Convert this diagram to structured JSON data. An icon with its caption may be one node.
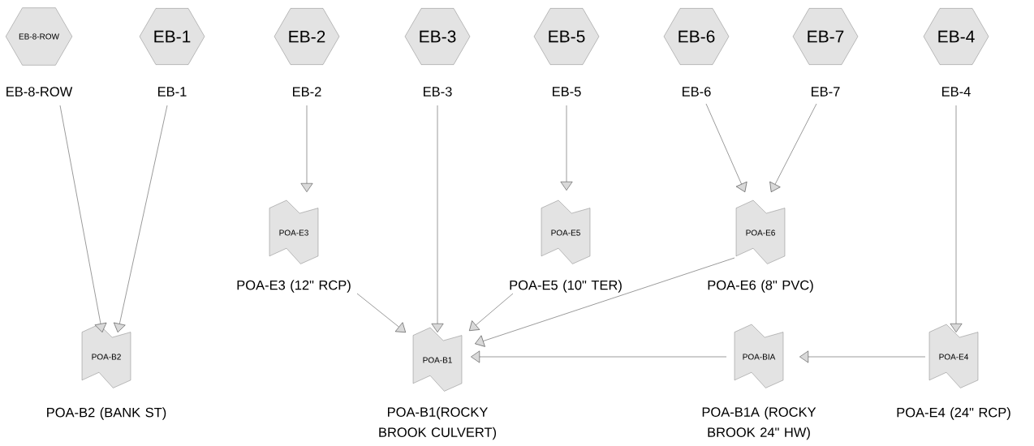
{
  "diagram": {
    "nodes": [
      {
        "text": [
          "EB-8-ROW"
        ],
        "beside": [
          "EB-8-ROW"
        ]
      },
      {
        "text": [
          "EB-1"
        ],
        "beside": [
          "EB-1"
        ]
      },
      {
        "text": [
          "EB-2"
        ],
        "beside": [
          "EB-2"
        ]
      },
      {
        "text": [
          "EB-3"
        ],
        "beside": [
          "EB-3"
        ]
      },
      {
        "text": [
          "EB-5"
        ],
        "beside": [
          "EB-5"
        ]
      },
      {
        "text": [
          "EB-6"
        ],
        "beside": [
          "EB-6"
        ]
      },
      {
        "text": [
          "EB-7"
        ],
        "beside": [
          "EB-7"
        ]
      },
      {
        "text": [
          "EB-4"
        ],
        "beside": [
          "EB-4"
        ]
      },
      {
        "text": [
          "POA-E3"
        ],
        "beside": [
          "POA-E3 (12\" RCP)"
        ]
      },
      {
        "text": [
          "POA-E5"
        ],
        "beside": [
          "POA-E5 (10\" TER)"
        ]
      },
      {
        "text": [
          "POA-E6"
        ],
        "beside": [
          "POA-E6 (8\" PVC)"
        ]
      },
      {
        "text": [
          "POA-B2"
        ],
        "beside": [
          "POA-B2 (BANK ST)"
        ]
      },
      {
        "text": [
          "POA-B1"
        ],
        "beside": [
          "POA-B1(ROCKY BROOK CULVERT)"
        ]
      },
      {
        "text": [
          "POA-BIA"
        ],
        "beside": [
          "POA-B1A (ROCKY BROOK 24\" HW)"
        ]
      },
      {
        "text": [
          "POA-E4"
        ],
        "beside": [
          "POA-E4 (24\" RCP)"
        ]
      }
    ],
    "edges": [
      {
        "from": 0,
        "to": 11,
        "arrow": "to"
      },
      {
        "from": 1,
        "to": 11,
        "arrow": "to"
      },
      {
        "from": 2,
        "to": 8,
        "arrow": "to"
      },
      {
        "from": 3,
        "to": 12,
        "arrow": "to"
      },
      {
        "from": 4,
        "to": 9,
        "arrow": "to"
      },
      {
        "from": 5,
        "to": 10,
        "arrow": "to"
      },
      {
        "from": 6,
        "to": 10,
        "arrow": "to"
      },
      {
        "from": 7,
        "to": 14,
        "arrow": "to"
      },
      {
        "from": 8,
        "to": 12,
        "arrow": "to"
      },
      {
        "from": 9,
        "to": 12,
        "arrow": "to"
      },
      {
        "from": 10,
        "to": 12,
        "arrow": "to"
      },
      {
        "from": 13,
        "to": 12,
        "arrow": "to"
      },
      {
        "from": 14,
        "to": 13,
        "arrow": "to"
      }
    ]
  }
}
